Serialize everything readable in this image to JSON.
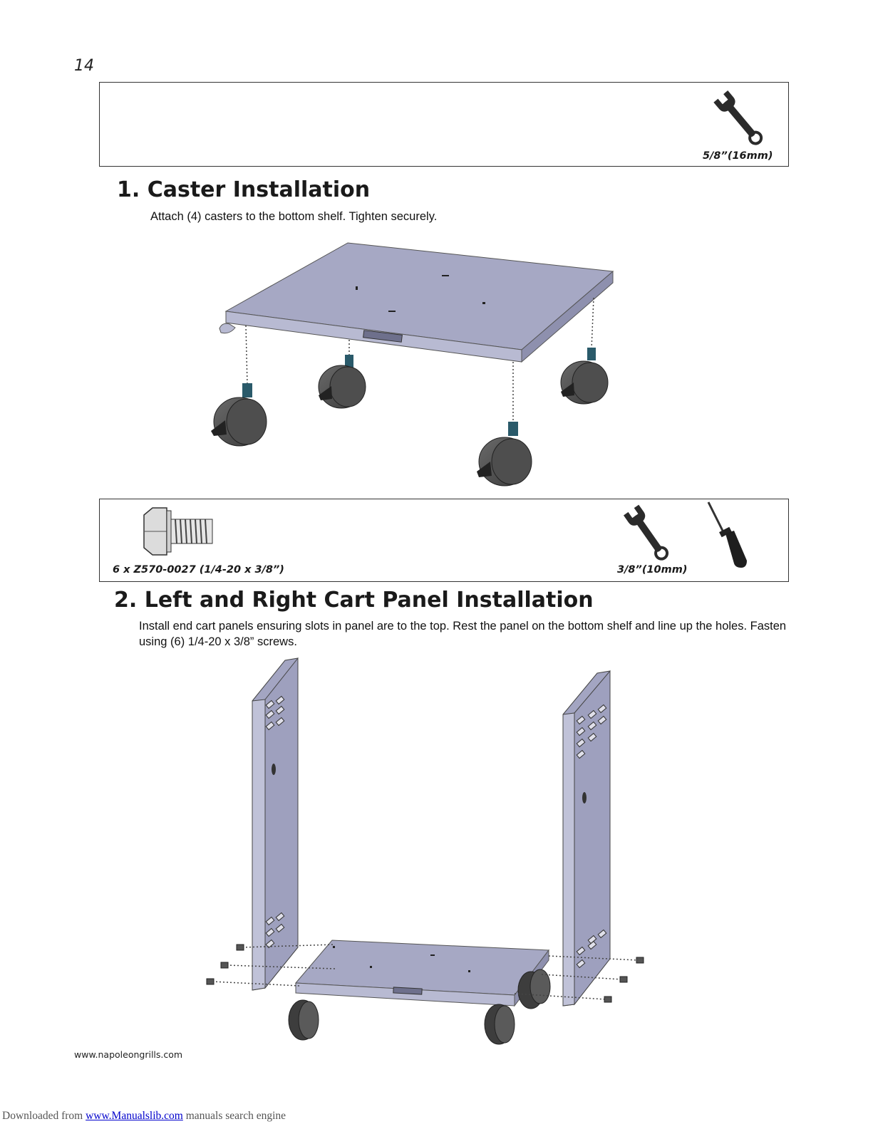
{
  "page": {
    "number": "14",
    "footer_url": "www.napoleongrills.com",
    "download": {
      "prefix": "Downloaded from ",
      "link_text": "www.Manualslib.com",
      "suffix": " manuals search engine"
    }
  },
  "tools_box_1": {
    "wrench_label": "5/8”(16mm)"
  },
  "section_1": {
    "title": "1. Caster Installation",
    "instruction": "Attach (4) casters to the bottom shelf.  Tighten securely."
  },
  "tools_box_2": {
    "hardware_label": "6 x Z570-0027 (1/4-20 x 3/8”)",
    "wrench_label": "3/8”(10mm)"
  },
  "section_2": {
    "title": "2. Left and Right Cart Panel Installation",
    "instruction": "Install end cart panels ensuring slots in panel are to the top. Rest the panel on the bottom shelf and line up the holes.  Fasten using (6) 1/4-20 x 3/8” screws."
  },
  "icons": {
    "wrench": "wrench-icon",
    "screwdriver": "screwdriver-icon",
    "bolt": "bolt-icon"
  }
}
